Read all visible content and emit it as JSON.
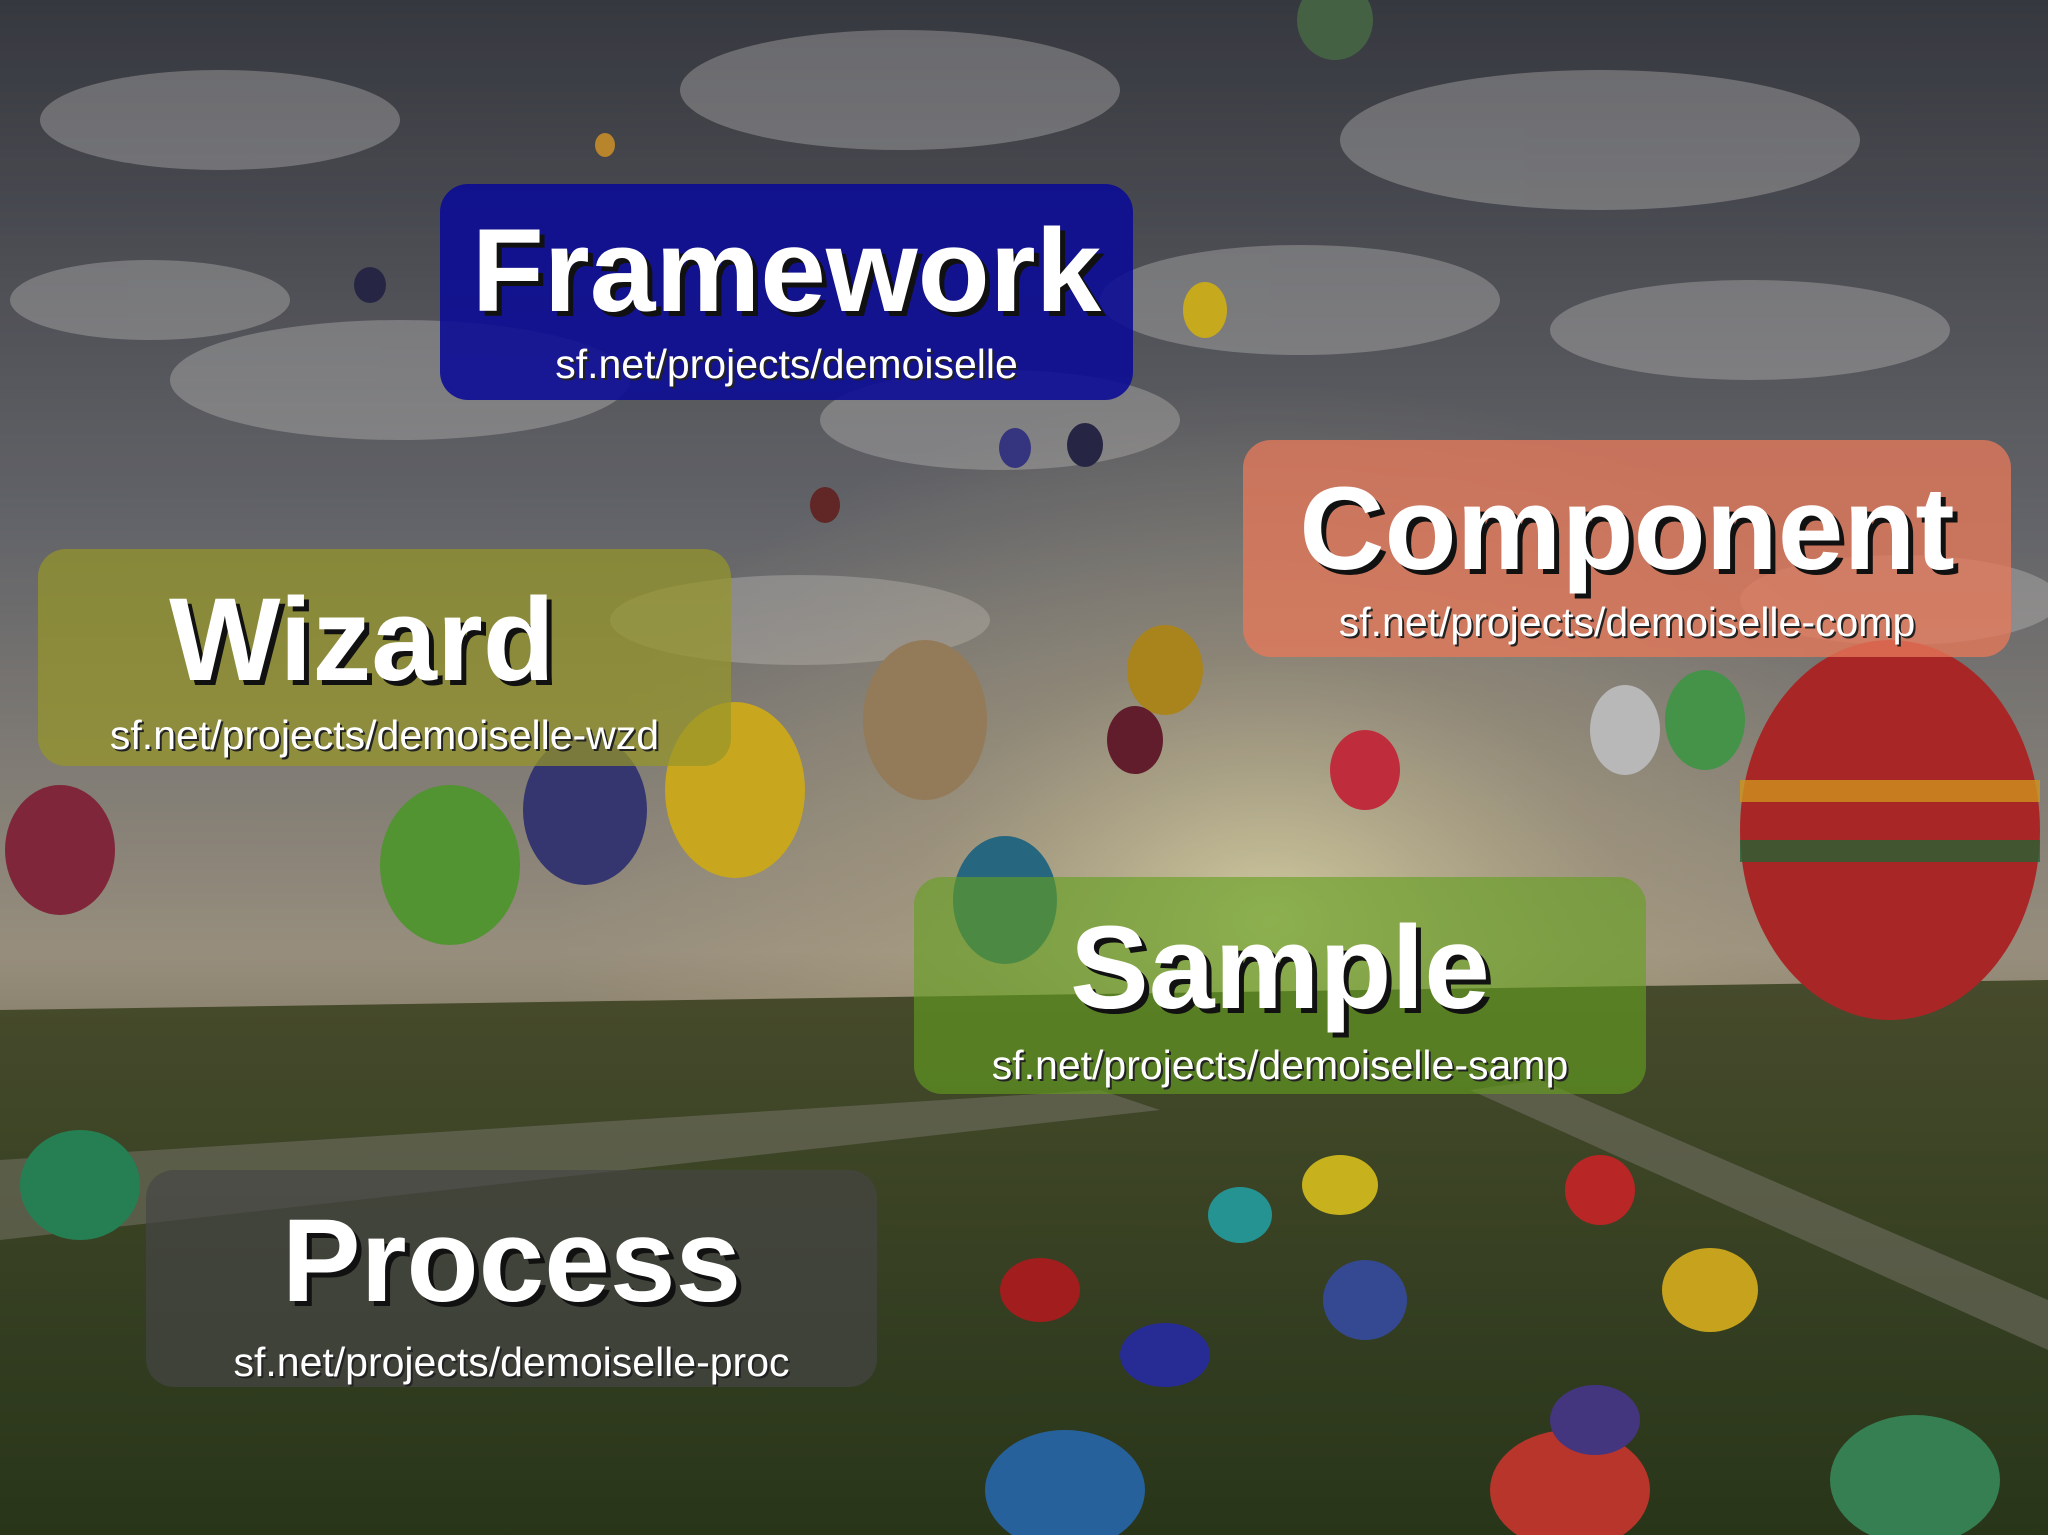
{
  "slide": {
    "cards": {
      "framework": {
        "title": "Framework",
        "url": "sf.net/projects/demoiselle"
      },
      "component": {
        "title": "Component",
        "url": "sf.net/projects/demoiselle-comp"
      },
      "wizard": {
        "title": "Wizard",
        "url": "sf.net/projects/demoiselle-wzd"
      },
      "sample": {
        "title": "Sample",
        "url": "sf.net/projects/demoiselle-samp"
      },
      "process": {
        "title": "Process",
        "url": "sf.net/projects/demoiselle-proc"
      }
    }
  },
  "colors": {
    "framework": "#0a0a96",
    "component": "#e6785a",
    "wizard": "#969628",
    "sample": "#64a01e",
    "process": "#464646"
  }
}
